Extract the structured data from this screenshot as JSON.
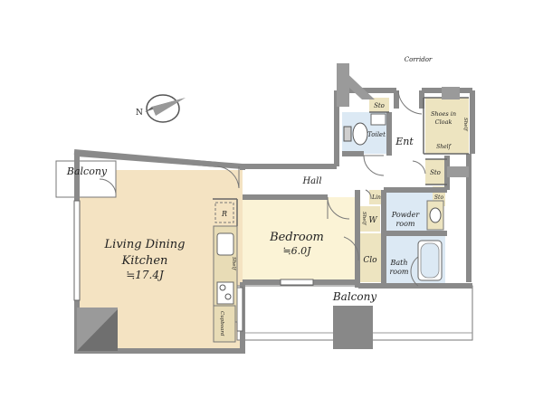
{
  "compass": {
    "north_label": "N"
  },
  "rooms": {
    "ldk": {
      "line1": "Living Dining",
      "line2": "Kitchen",
      "area": "≒17.4J"
    },
    "bedroom": {
      "name": "Bedroom",
      "area": "≒6.0J"
    },
    "hall": "Hall",
    "entrance": "Ent",
    "toilet": "Toilet",
    "powder_room": {
      "line1": "Powder",
      "line2": "room"
    },
    "bath_room": {
      "line1": "Bath",
      "line2": "room"
    }
  },
  "balconies": {
    "left": "Balcony",
    "bottom": "Balcony"
  },
  "corridor": "Corridor",
  "storage": {
    "sto_toilet": "Sto",
    "sto_hall": "Sto",
    "sto_powder": "Sto",
    "shoes_cloak": {
      "line1": "Shoes in",
      "line2": "Cloak"
    },
    "shelf_shoes_top": "Shelf",
    "shelf_shoes_bottom": "Shelf",
    "lin": "Lin",
    "wash": "W",
    "shelf_wash": "Shelf",
    "clo": "Clo"
  },
  "kitchen": {
    "fridge": "R",
    "shelf": "Shelf",
    "cupboard": "Cupboard"
  },
  "colors": {
    "ldk_floor": "#f4e3c2",
    "bedroom_floor": "#fbf3d6",
    "wall": "#8a8a8a",
    "storage": "#ede4c0",
    "wet_area": "#dce9f4",
    "counter": "#e8dcb6"
  }
}
